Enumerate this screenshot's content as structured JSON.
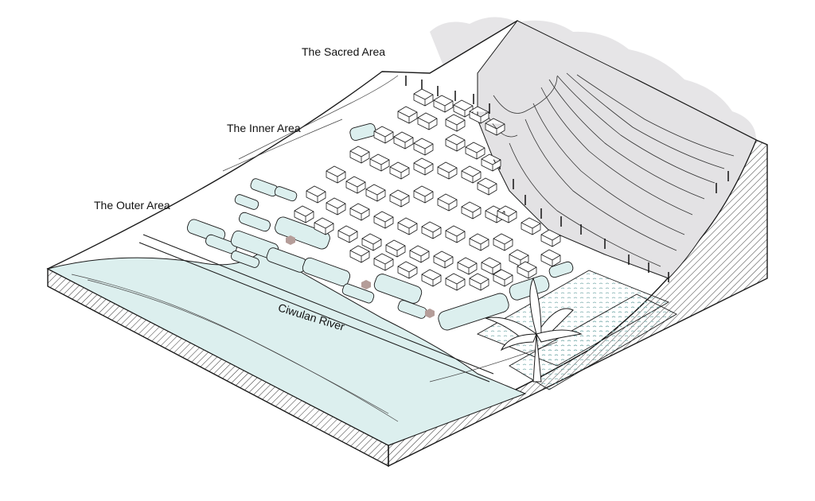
{
  "labels": {
    "sacred_area": "The Sacred Area",
    "inner_area": "The Inner Area",
    "outer_area": "The Outer Area",
    "river": "Ciwulan River"
  },
  "colors": {
    "water": "#dcefee",
    "forest": "#e3e2e4",
    "line": "#1a1a1a",
    "path": "#f5f5f5",
    "marker": "#b59d99"
  },
  "icons": {
    "tree": "banana-tree-icon",
    "marker": "hexagon-marker-icon"
  }
}
